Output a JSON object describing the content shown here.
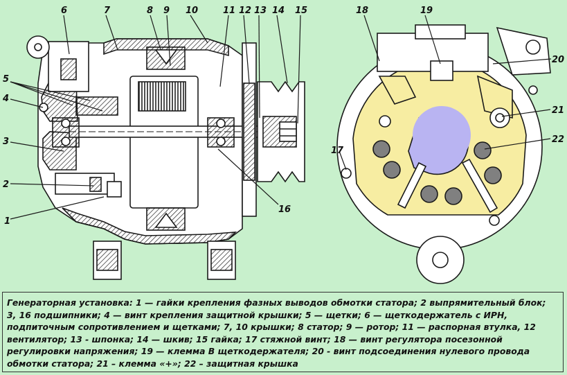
{
  "callouts_left": [
    "6",
    "7",
    "8",
    "9",
    "10",
    "11",
    "12",
    "13",
    "14",
    "15",
    "5",
    "4",
    "3",
    "2",
    "1",
    "16"
  ],
  "callouts_right": [
    "18",
    "19",
    "20",
    "21",
    "22",
    "17"
  ],
  "caption": "Генераторная установка: 1 — гайки крепления фазных выводов обмотки статора; 2 выпрямительный блок; 3, 16 подшипники; 4 — винт крепления защитной крышки; 5 — щетки; 6 — щеткодержатель с ИРН, подпиточным сопротивлением и щетками; 7, 10 крышки; 8 статор; 9 — ротор; 11 — распорная втулка, 12 вентилятор; 13 - шпонка; 14 — шкив; 15 гайка; 17 стяжной винт; 18 — винт регулятора посезонной регулировки напряжения; 19 — клемма В щеткодержателя; 20 - винт подсоединения нулевого провода обмотки статора; 21 – клемма «+»; 22 – защитная крышка",
  "colors": {
    "background": "#c8f0cc",
    "cover_fill": "#f7eda2",
    "hub_fill": "#b9b4f2",
    "ink": "#1a1a1a"
  }
}
